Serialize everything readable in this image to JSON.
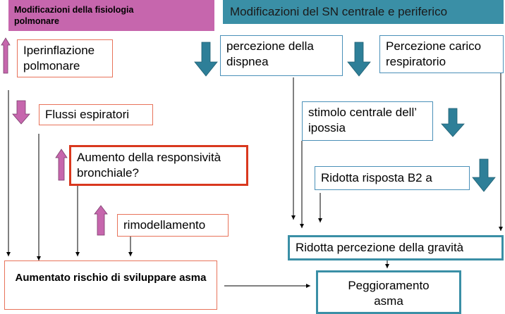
{
  "headers": {
    "left": "Modificazioni della fisiologia polmonare",
    "right": "Modificazioni del SN centrale e periferico"
  },
  "boxes": {
    "iperinflazione": "Iperinflazione polmonare",
    "flussi": "Flussi espiratori",
    "responsivita": "Aumento della responsività bronchiale?",
    "rimodellamento": "rimodellamento",
    "rischio": "Aumentato rischio di sviluppare asma",
    "dispnea": "percezione della dispnea",
    "carico": "Percezione carico respiratorio",
    "ipossia": "stimolo centrale dell’ ipossia",
    "b2": "Ridotta risposta B2 a",
    "gravita": "Ridotta percezione della gravità",
    "peggioramento": "Peggioramento asma"
  },
  "colors": {
    "header_left_bg": "#c666ad",
    "header_right_bg": "#3a8fa6",
    "arrow_magenta": "#c666ad",
    "arrow_teal": "#2e7f98",
    "box_orange": "#e8735a",
    "box_red": "#d9381e",
    "box_blue": "#4a90b8"
  },
  "icons": {
    "up_arrow": "magenta-up-arrow-icon",
    "down_arrow_magenta": "magenta-down-arrow-icon",
    "down_arrow_teal": "teal-down-arrow-icon"
  }
}
